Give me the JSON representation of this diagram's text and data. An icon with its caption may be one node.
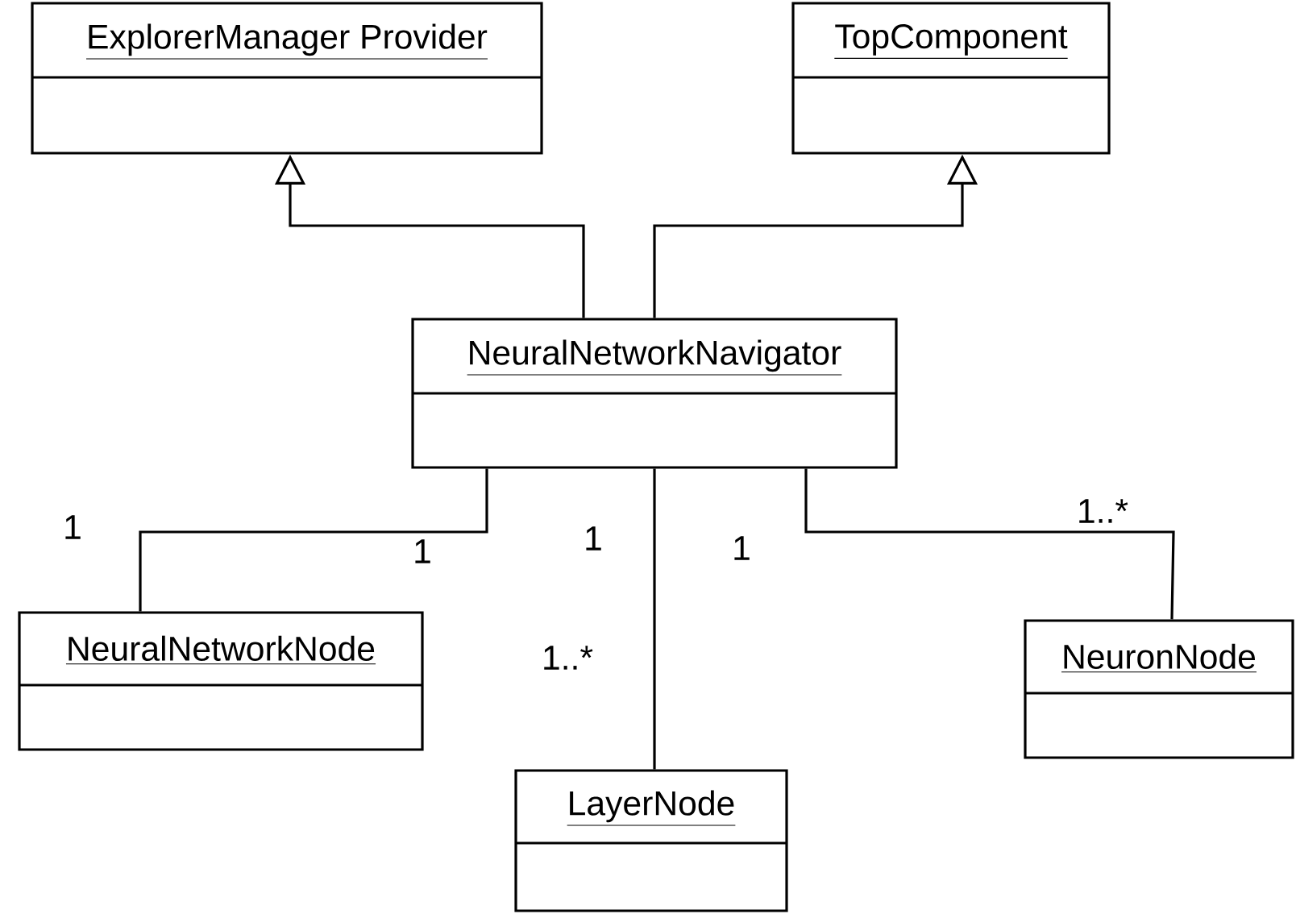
{
  "diagram": {
    "nodes": [
      {
        "text": [
          "ExplorerManager Provider"
        ]
      },
      {
        "text": [
          "TopComponent"
        ]
      },
      {
        "text": [
          "NeuralNetworkNavigator"
        ]
      },
      {
        "text": [
          "NeuralNetworkNode"
        ]
      },
      {
        "text": [
          "LayerNode"
        ]
      },
      {
        "text": [
          "NeuronNode"
        ]
      }
    ],
    "edges": [
      {
        "from": 2,
        "to": 0,
        "arrow": "to"
      },
      {
        "from": 2,
        "to": 1,
        "arrow": "to"
      },
      {
        "from": 2,
        "to": 3,
        "arrow": "none"
      },
      {
        "from": 2,
        "to": 4,
        "arrow": "none"
      },
      {
        "from": 2,
        "to": 5,
        "arrow": "none"
      }
    ],
    "labels": [
      "1",
      "1",
      "1",
      "1",
      "1..*",
      "1..*"
    ]
  }
}
